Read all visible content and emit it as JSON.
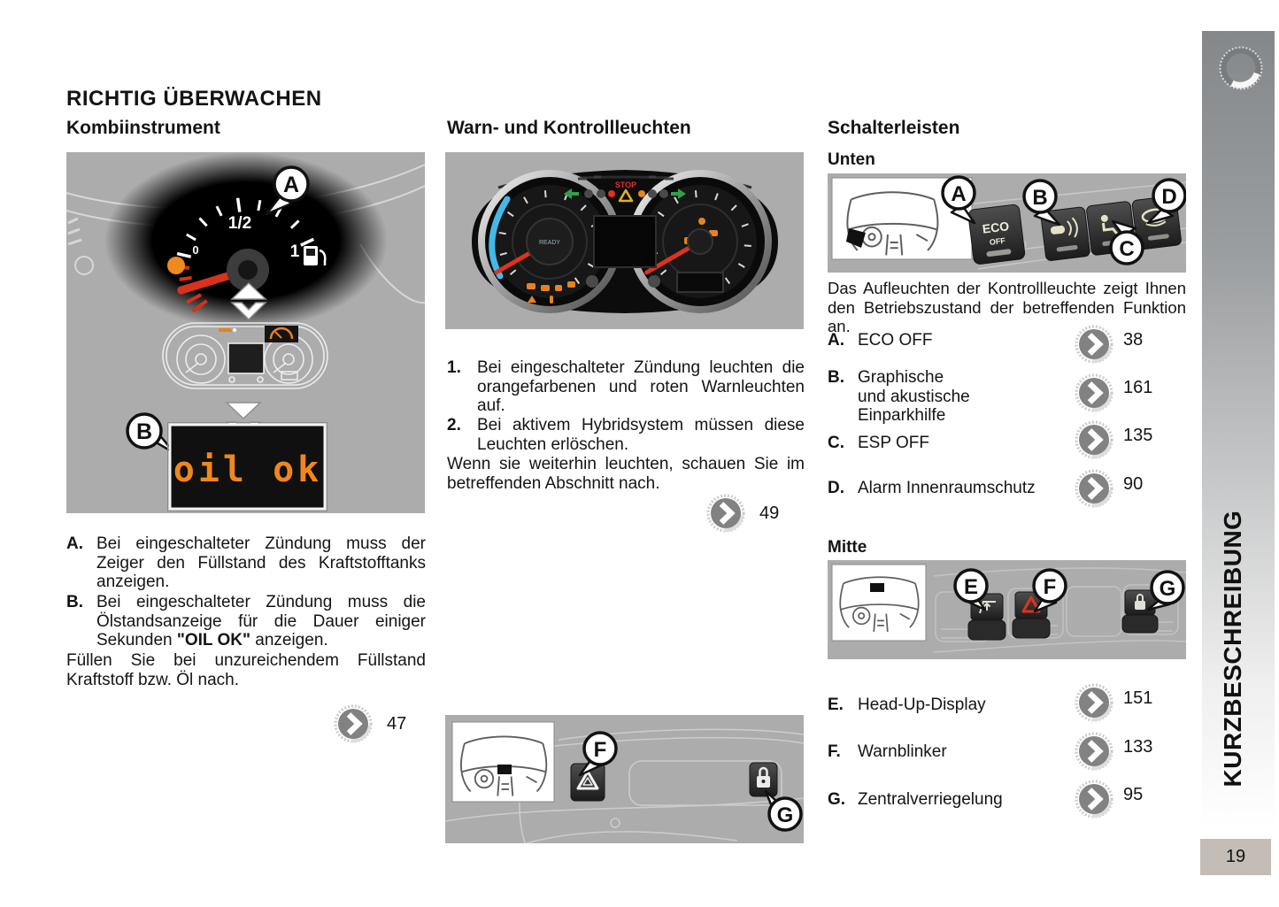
{
  "page": {
    "title": "RICHTIG ÜBERWACHEN",
    "number": "19",
    "sidebar_label": "KURZBESCHREIBUNG",
    "colors": {
      "figure_bg": "#ACACAC",
      "accent_orange": "#F0871E",
      "needle_red": "#D8311E",
      "eco_blue": "#45B8E8"
    }
  },
  "col1": {
    "heading": "Kombiinstrument",
    "figure": {
      "callout_a": "A",
      "callout_b": "B",
      "gauge_half": "1/2",
      "gauge_zero": "0",
      "gauge_one": "1",
      "display_text": "oil ok"
    },
    "items": [
      {
        "label": "A.",
        "text": "Bei eingeschalteter Zündung muss der Zeiger den Füllstand des Kraftstofftanks anzeigen."
      },
      {
        "label": "B.",
        "text_before": "Bei eingeschalteter Zündung muss die Ölstandsanzeige für die Dauer einiger Sekunden ",
        "bold": "\"OIL OK\"",
        "text_after": " anzeigen."
      }
    ],
    "note": "Füllen Sie bei unzureichendem Füllstand Kraftstoff bzw. Öl nach.",
    "ref_page": "47"
  },
  "col2": {
    "heading": "Warn- und Kontrollleuchten",
    "cluster": {
      "stop_label": "STOP",
      "ready_label": "READY"
    },
    "items": [
      {
        "label": "1.",
        "text": "Bei eingeschalteter Zündung leuchten die orangefarbenen und roten Warnleuchten auf."
      },
      {
        "label": "2.",
        "text": "Bei aktivem Hybridsystem müssen diese Leuchten erlöschen."
      }
    ],
    "note": "Wenn sie weiterhin leuchten, schauen Sie im betreffenden Abschnitt nach.",
    "ref_page": "49",
    "figure": {
      "callout_f": "F",
      "callout_g": "G"
    }
  },
  "col3": {
    "heading": "Schalterleisten",
    "sections": [
      {
        "title": "Unten",
        "figure": {
          "callout_a": "A",
          "callout_b": "B",
          "callout_c": "C",
          "callout_d": "D",
          "eco_line1": "ECO",
          "eco_line2": "OFF"
        },
        "caption": "Das Aufleuchten der Kontrollleuchte zeigt Ihnen den Betriebszustand der betreffenden Funktion an.",
        "rows": [
          {
            "label": "A.",
            "text": "ECO OFF",
            "page": "38"
          },
          {
            "label": "B.",
            "lines": [
              "Graphische",
              "und akustische",
              "Einparkhilfe"
            ],
            "page": "161"
          },
          {
            "label": "C.",
            "text": "ESP OFF",
            "page": "135"
          },
          {
            "label": "D.",
            "text": "Alarm Innenraumschutz",
            "page": "90"
          }
        ]
      },
      {
        "title": "Mitte",
        "figure": {
          "callout_e": "E",
          "callout_f": "F",
          "callout_g": "G"
        },
        "rows": [
          {
            "label": "E.",
            "text": "Head-Up-Display",
            "page": "151"
          },
          {
            "label": "F.",
            "text": "Warnblinker",
            "page": "133"
          },
          {
            "label": "G.",
            "text": "Zentralverriegelung",
            "page": "95"
          }
        ]
      }
    ]
  }
}
